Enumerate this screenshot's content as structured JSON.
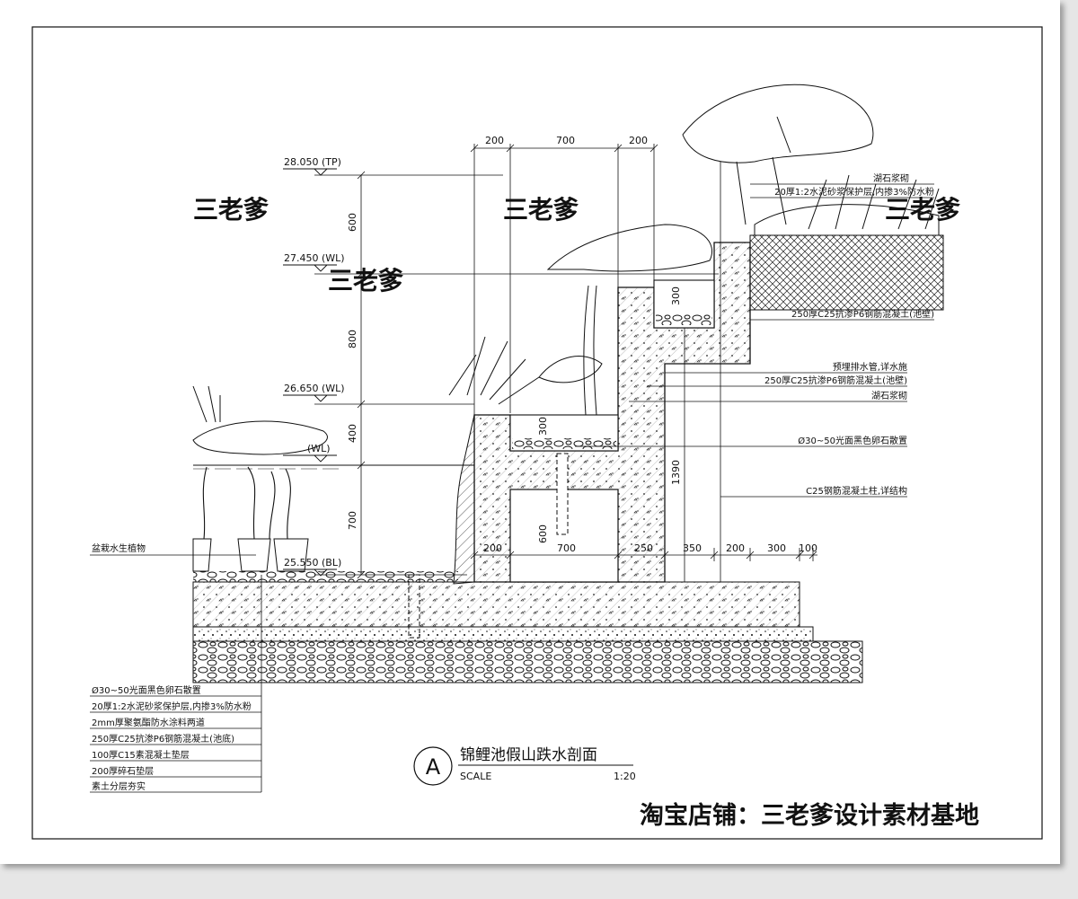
{
  "drawing": {
    "title": "锦鲤池假山跌水剖面",
    "scale_label": "SCALE",
    "scale_value": "1:20",
    "section_mark": "A"
  },
  "elevations": {
    "tp": "28.050 (TP)",
    "wl1": "27.450 (WL)",
    "wl2": "26.650 (WL)",
    "wl3": "(WL)",
    "bl": "25.550 (BL)"
  },
  "dimensions": {
    "top": [
      "200",
      "700",
      "200"
    ],
    "left": [
      "600",
      "800",
      "400",
      "700"
    ],
    "inner": [
      "300",
      "300",
      "600",
      "1390"
    ],
    "bottom": [
      "200",
      "700",
      "250",
      "350",
      "200",
      "300",
      "100"
    ]
  },
  "labels": {
    "right": [
      "湖石浆砌",
      "20厚1:2水泥砂浆保护层,内掺3%防水粉",
      "250厚C25抗渗P6钢筋混凝土(池壁)",
      "预埋排水管,详水施",
      "250厚C25抗渗P6钢筋混凝土(池壁)",
      "湖石浆砌",
      "Ø30~50光面黑色卵石散置",
      "C25钢筋混凝土柱,详结构"
    ],
    "plant": "盆栽水生植物"
  },
  "layers": [
    "Ø30~50光面黑色卵石散置",
    "20厚1:2水泥砂浆保护层,内掺3%防水粉",
    "2mm厚聚氨酯防水涂料两道",
    "250厚C25抗渗P6钢筋混凝土(池底)",
    "100厚C15素混凝土垫层",
    "200厚碎石垫层",
    "素土分层夯实"
  ],
  "watermark": {
    "repeat": "三老爹",
    "shop": "淘宝店铺：三老爹设计素材基地"
  }
}
